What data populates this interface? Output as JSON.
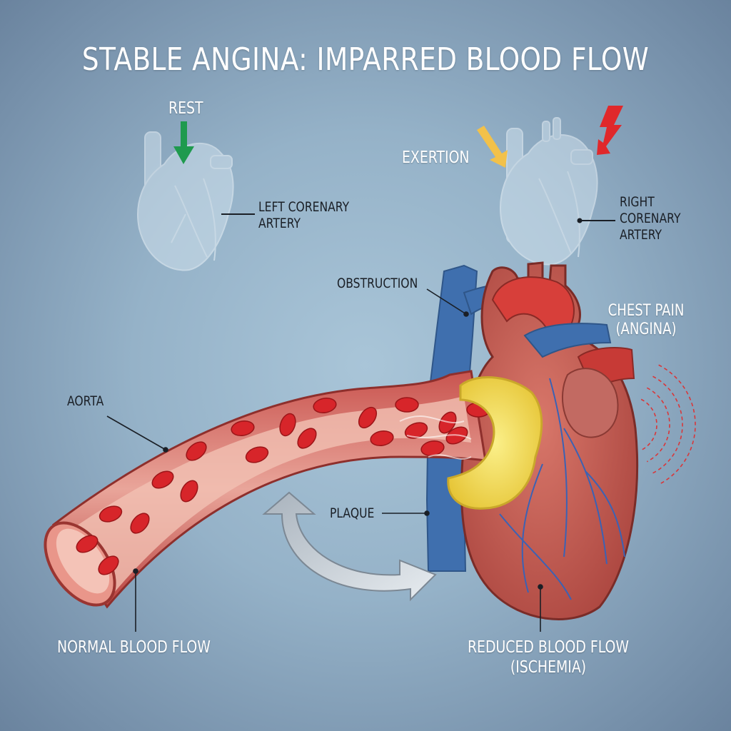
{
  "title": "STABLE ANGINA: IMPARRED BLOOD FLOW",
  "top_left": {
    "state_label": "REST",
    "artery_label_line1": "LEFT CORENARY",
    "artery_label_line2": "ARTERY",
    "arrow_color": "#1f9a4e"
  },
  "top_right": {
    "state_label": "EXERTION",
    "artery_label_line1": "RIGHT",
    "artery_label_line2": "CORENARY",
    "artery_label_line3": "ARTERY",
    "arrow_color": "#f2c14a",
    "pain_icon_color": "#e0282b"
  },
  "main": {
    "obstruction_label": "OBSTRUCTION",
    "chest_pain_line1": "CHEST PAIN",
    "chest_pain_line2": "(ANGINA)",
    "aorta_label": "AORTA",
    "plaque_label": "PLAQUE",
    "normal_flow_label": "NORMAL BLOOD FLOW",
    "reduced_flow_line1": "REDUCED BLOOD FLOW",
    "reduced_flow_line2": "(ISCHEMIA)"
  }
}
